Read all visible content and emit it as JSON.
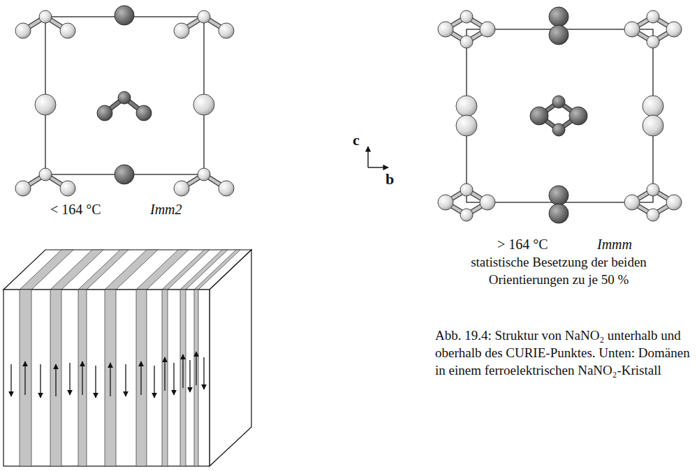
{
  "diagram": {
    "caption": "Abb. 19.4: Struktur von NaNO₂ unterhalb und oberhalb des CURIE-Punktes. Unten: Domänen in einem ferroelektrischen NaNO₂-Kristall",
    "labels": [
      "< 164 °C",
      "Imm2",
      "> 164 °C",
      "Immm",
      "statistische Besetzung der beiden Orientierungen zu je 50 %",
      "c",
      "b"
    ]
  }
}
